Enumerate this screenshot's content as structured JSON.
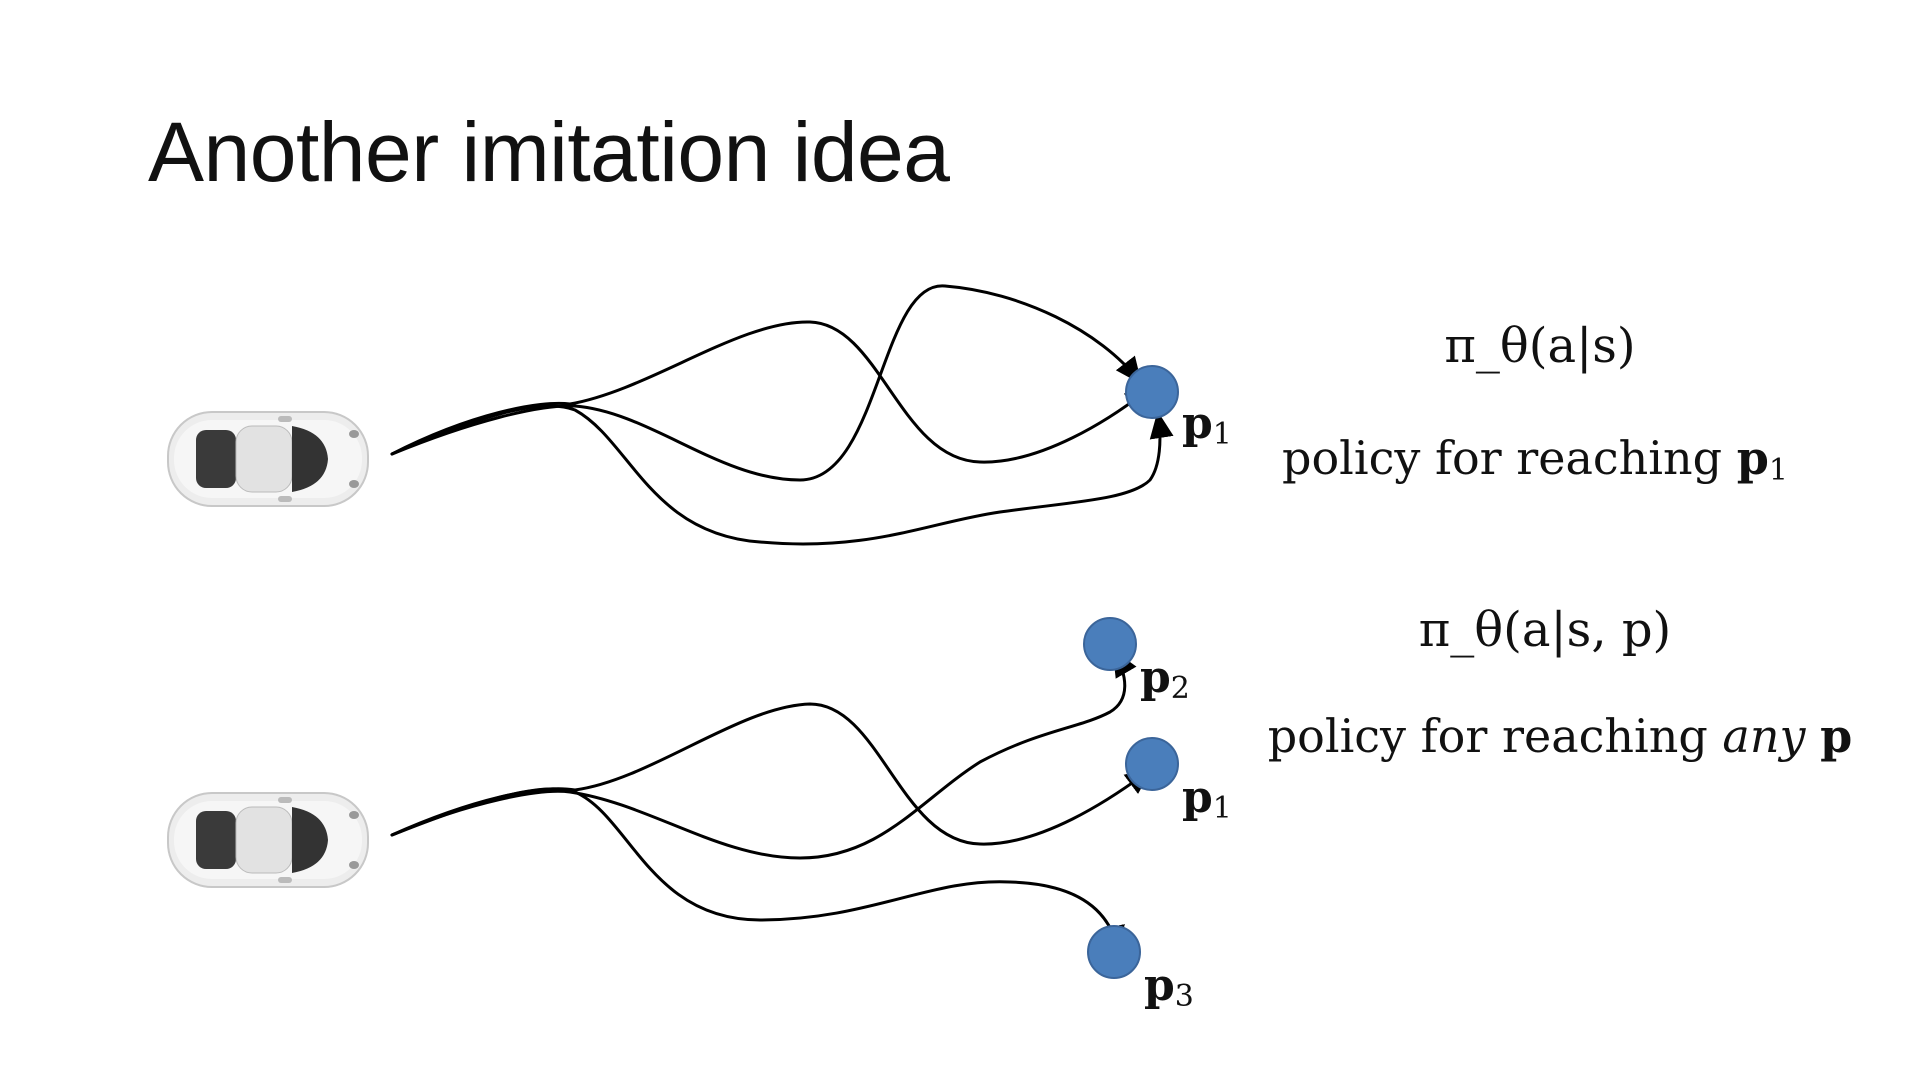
{
  "slide": {
    "title": "Another imitation idea"
  },
  "top_panel": {
    "goal_label": {
      "symbol": "p",
      "sub": "1"
    },
    "policy_formula": "π_θ(a|s)",
    "caption": {
      "text": "policy for reaching ",
      "symbol": "p",
      "sub": "1"
    }
  },
  "bottom_panel": {
    "goal_labels": [
      {
        "symbol": "p",
        "sub": "2"
      },
      {
        "symbol": "p",
        "sub": "1"
      },
      {
        "symbol": "p",
        "sub": "3"
      }
    ],
    "policy_formula": "π_θ(a|s, p)",
    "caption": {
      "text": "policy for reaching ",
      "emphasis": "any",
      "symbol": "p"
    }
  },
  "colors": {
    "goal_fill": "#4a7ebb",
    "path_stroke": "#000000",
    "car_body": "#eeeeee"
  },
  "icons": [
    "car-icon",
    "goal-marker",
    "arrow-head"
  ]
}
